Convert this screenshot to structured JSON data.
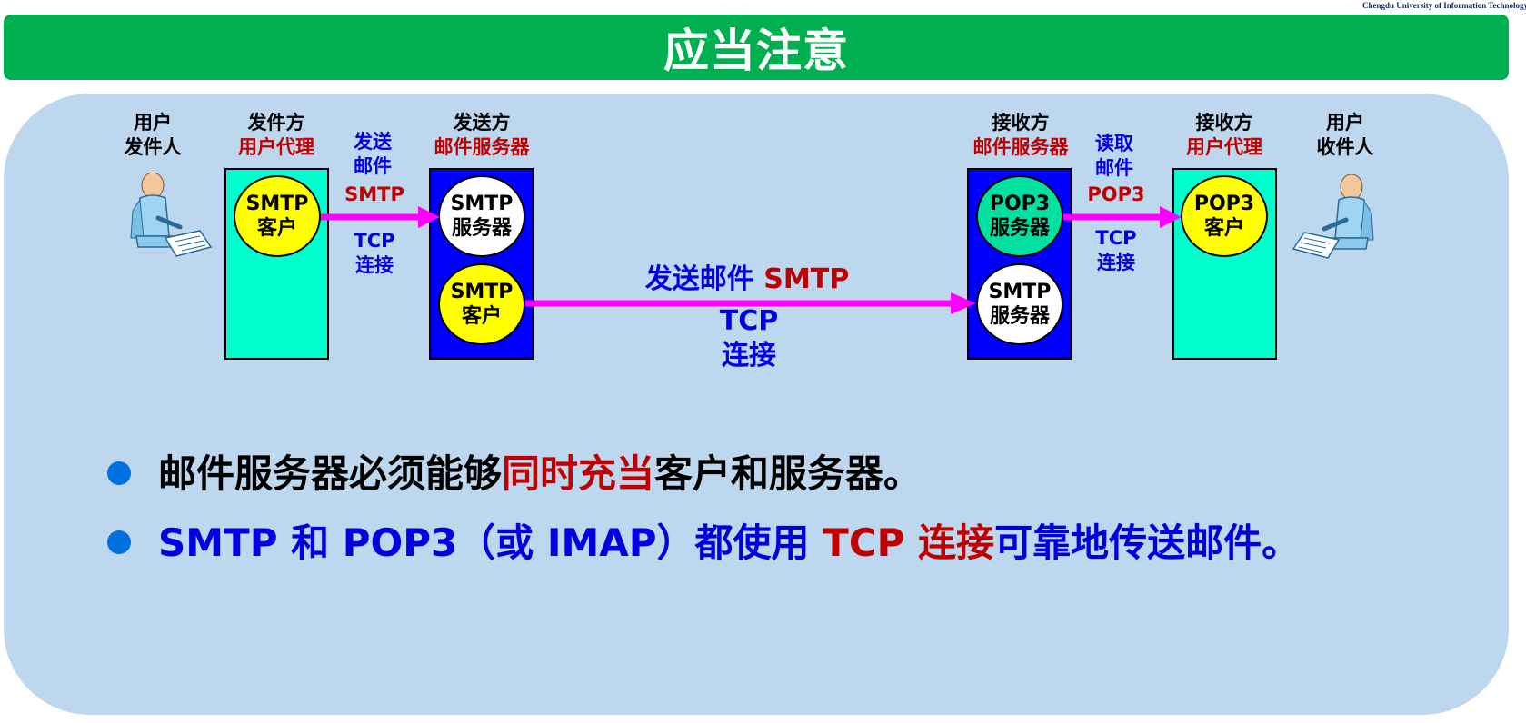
{
  "header": {
    "university": "Chengdu University of Information Technology",
    "title": "应当注意"
  },
  "diagram": {
    "sender_user": [
      "用户",
      "发件人"
    ],
    "sender_agent": {
      "line1": "发件方",
      "line2": "用户代理",
      "circle": [
        "SMTP",
        "客户"
      ]
    },
    "sender_server": {
      "line1": "发送方",
      "line2": "邮件服务器",
      "top_circle": [
        "SMTP",
        "服务器"
      ],
      "bottom_circle": [
        "SMTP",
        "客户"
      ]
    },
    "link1": {
      "action": [
        "发送",
        "邮件"
      ],
      "protocol": "SMTP",
      "conn": [
        "TCP",
        "连接"
      ]
    },
    "link_mid": {
      "action": "发送邮件",
      "protocol": "SMTP",
      "conn": [
        "TCP",
        "连接"
      ]
    },
    "receiver_server": {
      "line1": "接收方",
      "line2": "邮件服务器",
      "top_circle": [
        "POP3",
        "服务器"
      ],
      "bottom_circle": [
        "SMTP",
        "服务器"
      ]
    },
    "link2": {
      "action": [
        "读取",
        "邮件"
      ],
      "protocol": "POP3",
      "conn": [
        "TCP",
        "连接"
      ]
    },
    "receiver_agent": {
      "line1": "接收方",
      "line2": "用户代理",
      "circle": [
        "POP3",
        "客户"
      ]
    },
    "receiver_user": [
      "用户",
      "收件人"
    ]
  },
  "bullets": [
    {
      "segments": [
        {
          "text": "邮件服务器必须能够",
          "color": "#000000"
        },
        {
          "text": "同时充当",
          "color": "#c00000"
        },
        {
          "text": "客户和服务器。",
          "color": "#000000"
        }
      ]
    },
    {
      "segments": [
        {
          "text": "SMTP 和 POP3（或 IMAP）都使用 ",
          "color": "#0000e0"
        },
        {
          "text": "TCP 连接",
          "color": "#c00000"
        },
        {
          "text": "可靠地传送邮件。",
          "color": "#0000e0"
        }
      ]
    }
  ],
  "colors": {
    "banner": "#00b050",
    "panel": "#bdd7ee",
    "arrow": "#ff00ff",
    "user_agent_box": "#00ffcc",
    "server_box": "#0000ff"
  }
}
